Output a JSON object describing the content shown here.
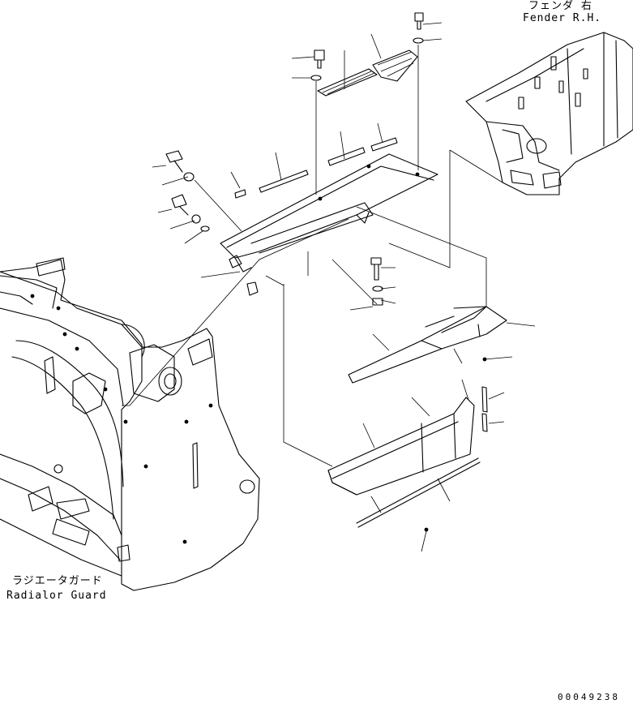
{
  "labels": {
    "fender_jp": "フェンダ 右",
    "fender_en": "Fender R.H.",
    "radiator_jp": "ラジエータガード",
    "radiator_en": "Radialor Guard",
    "drawing_number": "00049238"
  }
}
